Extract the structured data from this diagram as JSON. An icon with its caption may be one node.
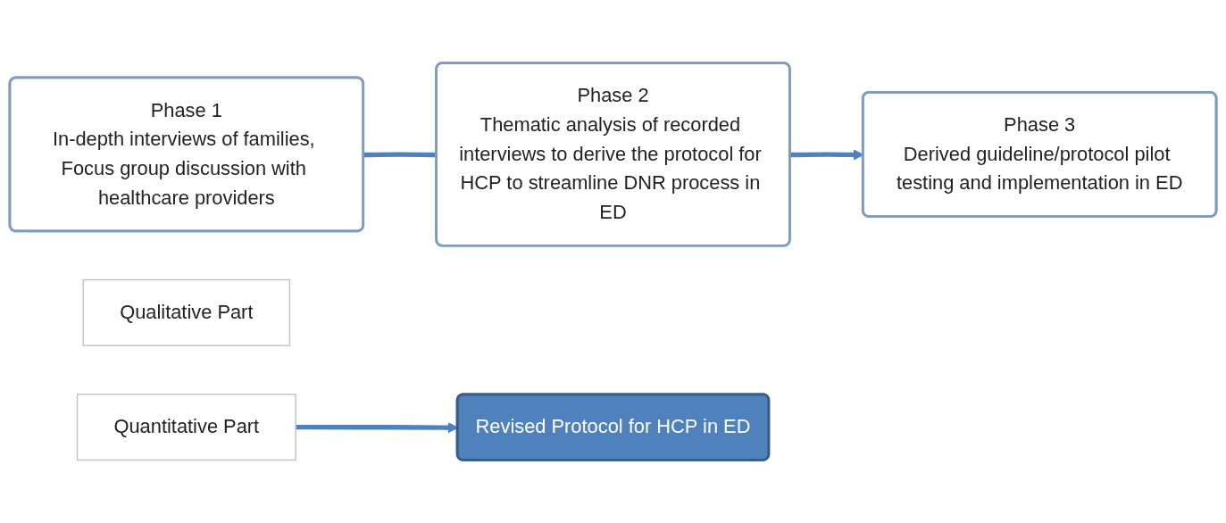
{
  "diagram": {
    "nodes": [
      {
        "text": [
          "Phase 1",
          "In-depth interviews of families, Focus group discussion with healthcare providers"
        ]
      },
      {
        "text": [
          "Phase 2",
          "Thematic analysis of recorded interviews to derive the protocol for HCP to streamline DNR process in ED"
        ]
      },
      {
        "text": [
          "Phase 3",
          "Derived guideline/protocol pilot testing and implementation in ED"
        ]
      },
      {
        "text": [
          "Qualitative Part"
        ]
      },
      {
        "text": [
          "Quantitative Part"
        ]
      },
      {
        "text": [
          "Revised Protocol for HCP in ED"
        ]
      }
    ],
    "edges": [
      {
        "from": 0,
        "to": 1,
        "arrow": "none"
      },
      {
        "from": 1,
        "to": 2,
        "arrow": "to"
      },
      {
        "from": 4,
        "to": 5,
        "arrow": "to"
      }
    ]
  }
}
